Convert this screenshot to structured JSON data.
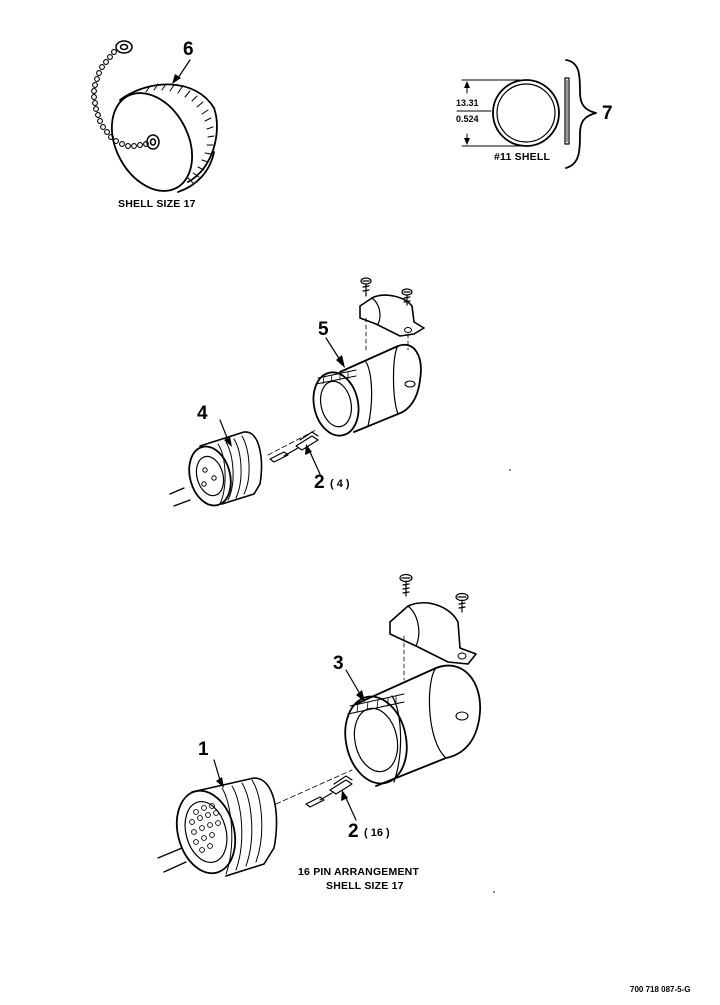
{
  "callouts": {
    "c1": "1",
    "c2a": "2",
    "c2a_qty": "( 4 )",
    "c2b": "2",
    "c2b_qty": "( 16 )",
    "c3": "3",
    "c4": "4",
    "c5": "5",
    "c6": "6",
    "c7": "7"
  },
  "captions": {
    "cap_shell_size": "SHELL SIZE 17",
    "cap_pin_line1": "16 PIN ARRANGEMENT",
    "cap_pin_line2": "SHELL SIZE 17",
    "cap_ring": "#11 SHELL"
  },
  "dimensions": {
    "dim_mm": "13.31",
    "dim_in": "0.524"
  },
  "figure_number": "700 718 087-5-G"
}
